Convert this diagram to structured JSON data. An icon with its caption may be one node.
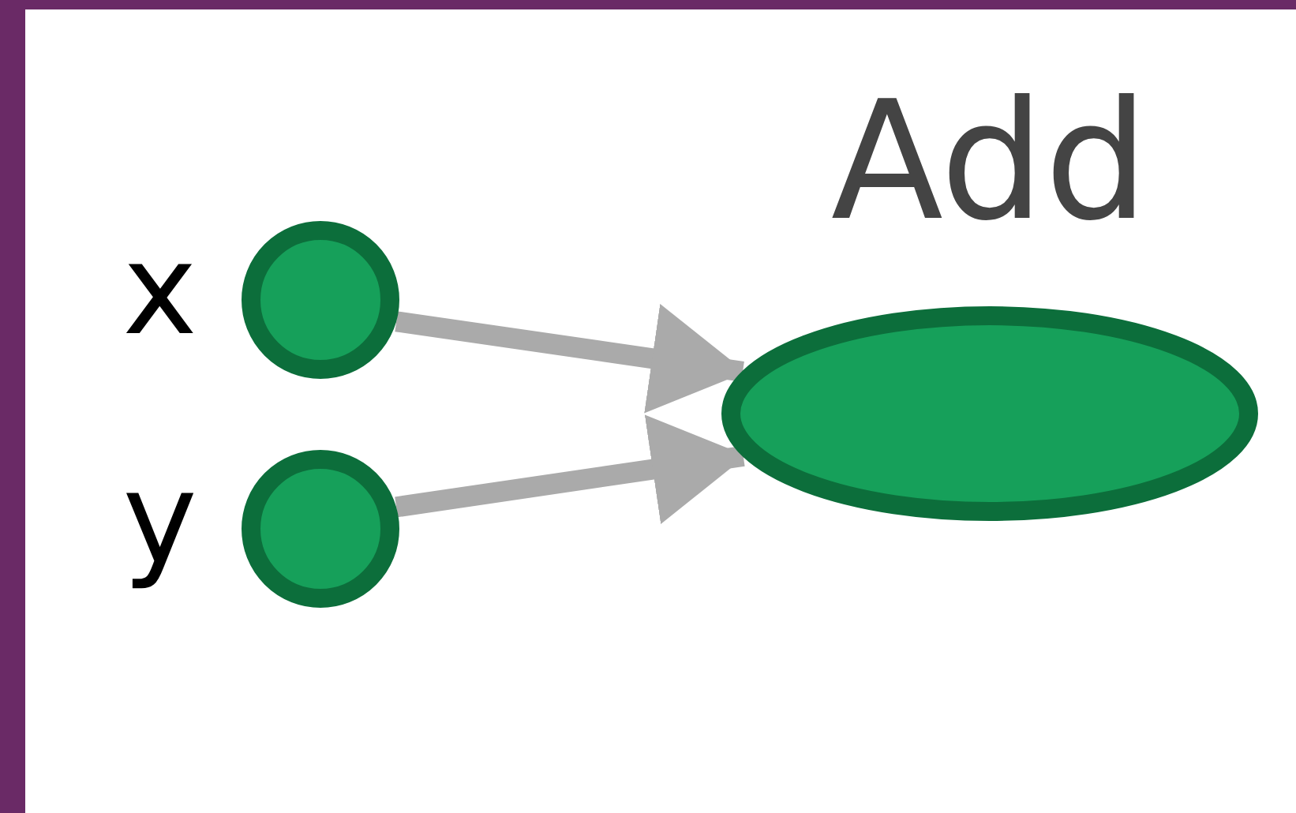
{
  "diagram": {
    "nodes": [
      {
        "text": [],
        "shape": "circle",
        "beside": [
          "x"
        ]
      },
      {
        "text": [],
        "shape": "circle",
        "beside": [
          "y"
        ]
      },
      {
        "text": [
          "Add"
        ]
      }
    ],
    "edges": [
      {
        "from": 0,
        "to": 2,
        "arrow": "to"
      },
      {
        "from": 1,
        "to": 2,
        "arrow": "to"
      }
    ]
  }
}
